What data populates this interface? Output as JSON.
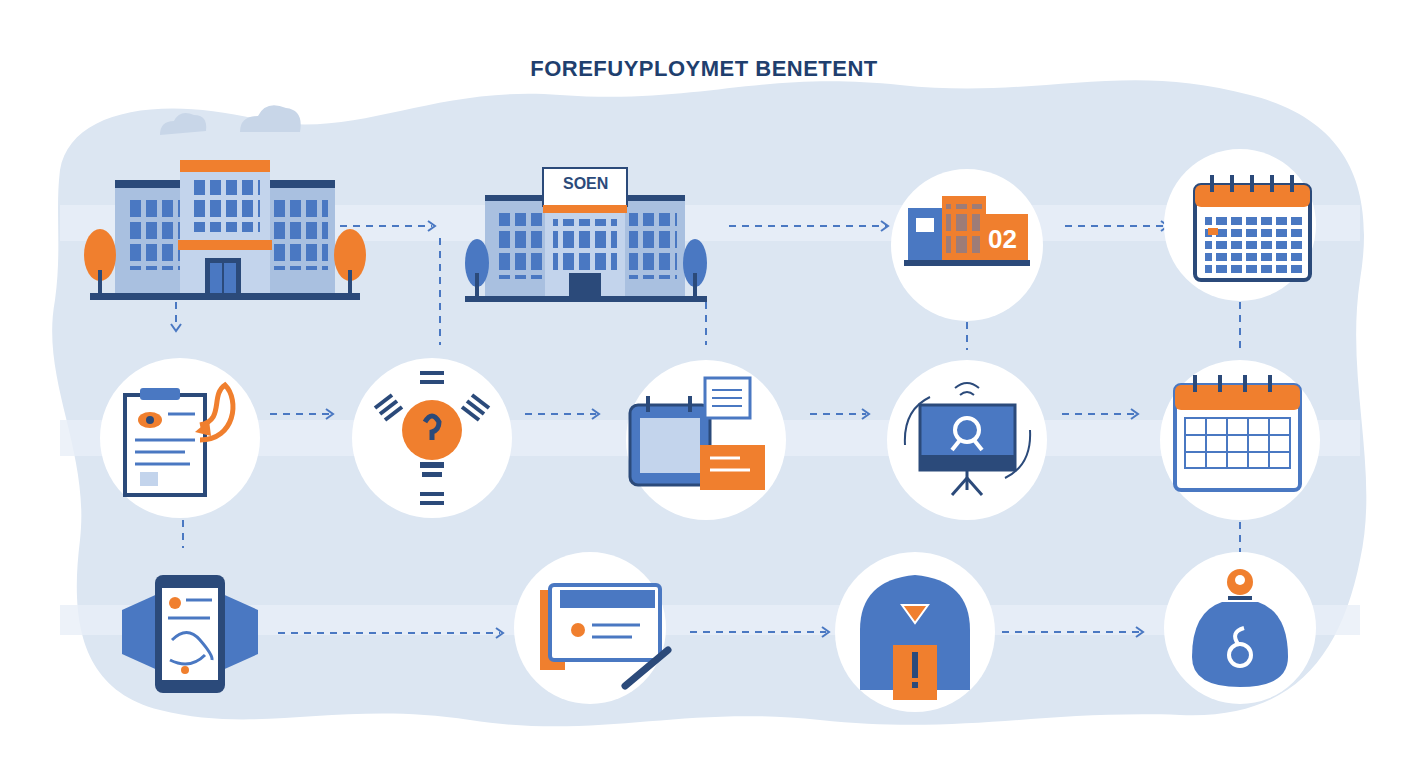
{
  "diagram": {
    "title": "FOREFUYPLOYMET BENETENT",
    "nodes": [
      {
        "text": [
          "SOEN"
        ]
      },
      {
        "text": [
          "02"
        ]
      }
    ],
    "edges": [
      {
        "from": 0,
        "to": 1,
        "arrow": "to"
      }
    ]
  }
}
